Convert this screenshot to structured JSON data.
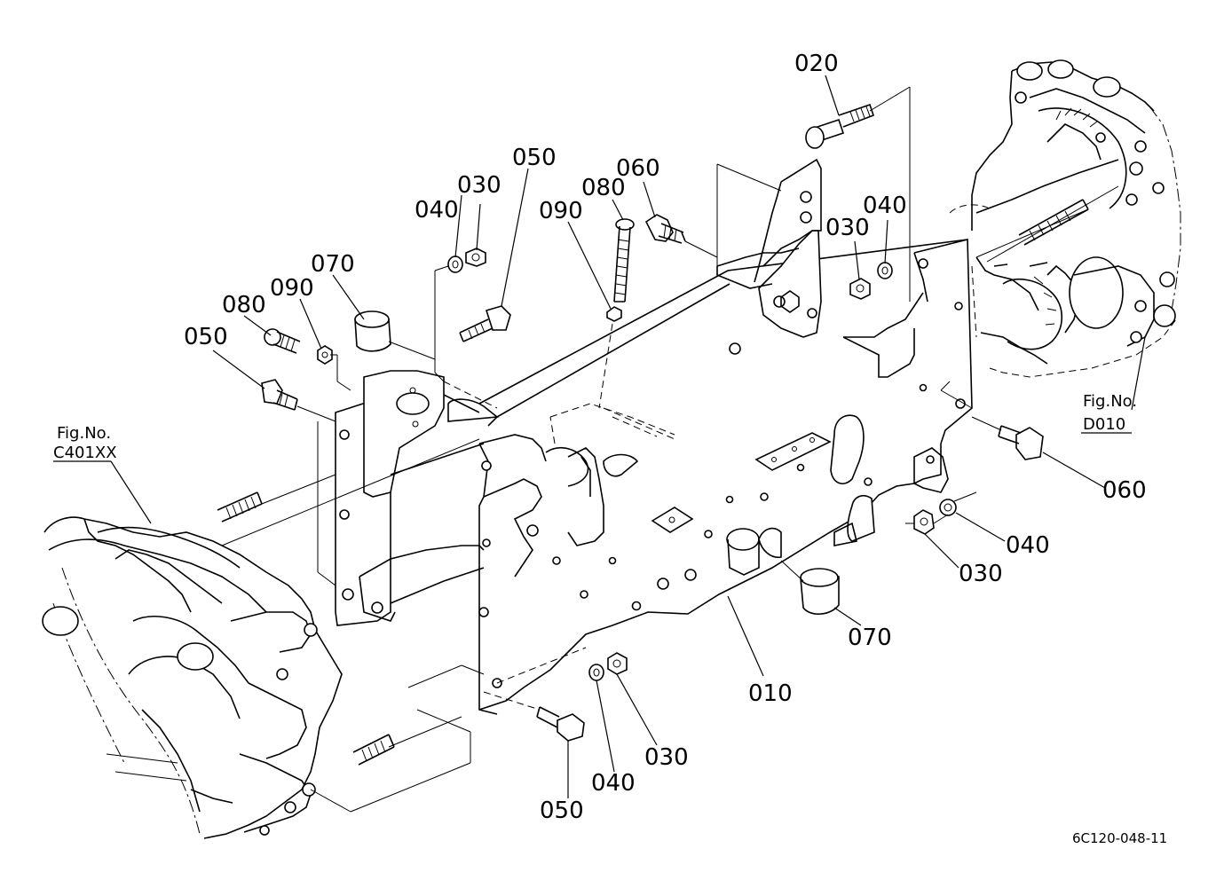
{
  "part_labels": {
    "p010": "010",
    "p020": "020",
    "p030_top_left": "030",
    "p040_top_left": "040",
    "p050_top": "050",
    "p060_top": "060",
    "p080_top": "080",
    "p090_top": "090",
    "p070_left": "070",
    "p080_left": "080",
    "p090_left": "090",
    "p050_left": "050",
    "p030_right_top": "030",
    "p040_right_top": "040",
    "p060_right": "060",
    "p040_right": "040",
    "p030_right": "030",
    "p070_right": "070",
    "p050_bottom": "050",
    "p040_bottom": "040",
    "p030_bottom": "030"
  },
  "figure_refs": {
    "left": {
      "line1": "Fig.No.",
      "line2": "C401XX"
    },
    "right": {
      "line1": "Fig.No.",
      "line2": "D010"
    }
  },
  "drawing_code": "6C120-048-11"
}
